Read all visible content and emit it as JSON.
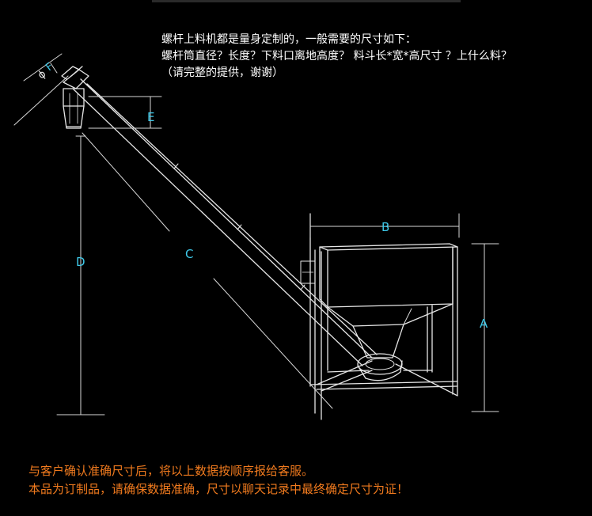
{
  "intro": {
    "line1": "螺杆上料机都是量身定制的，一般需要的尺寸如下：",
    "line2": "螺杆筒直径？长度？下料口离地高度？ 料斗长*宽*高尺寸 ？上什么料？",
    "line3": "（请完整的提供，谢谢）"
  },
  "dimensions": {
    "a": "A",
    "b": "B",
    "c": "C",
    "d": "D",
    "e": "E",
    "f": "F",
    "phi": "ϕ"
  },
  "notes": {
    "line1": "与客户确认准确尺寸后，将以上数据按顺序报给客服。",
    "line2": "本品为订制品，请确保数据准确，尺寸以聊天记录中最终确定尺寸为证！"
  },
  "colors": {
    "background": "#000000",
    "text": "#ffffff",
    "dimension_label": "#3ec8e8",
    "drawing_line": "#e6e6e6",
    "note_text": "#f07a1e"
  }
}
